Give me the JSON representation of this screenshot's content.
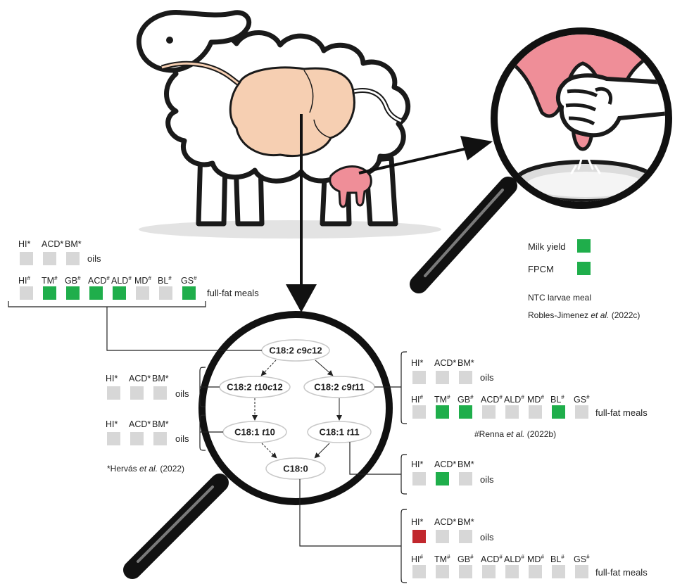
{
  "colors": {
    "green": "#1fae4b",
    "grey": "#d7d7d7",
    "red": "#c1272d",
    "sheep_outline": "#1a1a1a",
    "rumen": "#f6cfb2",
    "udder": "#ef8e98",
    "magnifier_rim": "#111111",
    "handle": "#2b2b2b"
  },
  "icons": {
    "sheep": "sheep-illustration",
    "rumen": "rumen-organ",
    "udder": "udder",
    "milking_hand": "milking-hand-icon",
    "milk_bucket": "milk-bucket-icon",
    "magnifier_top": "magnifying-glass-icon",
    "magnifier_bottom": "magnifying-glass-icon"
  },
  "pathway": {
    "nodes": {
      "c18_2_c9c12": {
        "base": "C18:2 ",
        "it1": "c",
        "mid": "9",
        "it2": "c",
        "end": "12"
      },
      "c18_2_t10c12": {
        "base": "C18:2 ",
        "it1": "t",
        "mid": "10",
        "it2": "c",
        "end": "12"
      },
      "c18_2_c9t11": {
        "base": "C18:2 ",
        "it1": "c",
        "mid": "9",
        "it2": "t",
        "end": "11"
      },
      "c18_1_t10": {
        "base": "C18:1 ",
        "it1": "t",
        "mid": "10"
      },
      "c18_1_t11": {
        "base": "C18:1 ",
        "it1": "t",
        "mid": "11"
      },
      "c18_0": {
        "base": "C18:0"
      }
    }
  },
  "labels": {
    "oils": "oils",
    "full_fat_meals": "full-fat meals",
    "milk_yield": "Milk yield",
    "fpcm": "FPCM",
    "ntc": "NTC larvae meal",
    "robles_pre": "Robles-Jimenez ",
    "robles_etal": "et al.",
    "robles_post": " (2022c)",
    "hervas_pre": "*Hervás ",
    "hervas_etal": "et al.",
    "hervas_post": " (2022)",
    "renna_pre": "#Renna ",
    "renna_etal": "et al.",
    "renna_post": " (2022b)"
  },
  "abbr": {
    "oils": [
      "HI*",
      "ACD*",
      "BM*"
    ],
    "meals": [
      "HI#",
      "TM#",
      "GB#",
      "ACD#",
      "ALD#",
      "MD#",
      "BL#",
      "GS#"
    ]
  },
  "effects": {
    "diet_oils": [
      "grey",
      "grey",
      "grey"
    ],
    "diet_meals": [
      "grey",
      "green",
      "green",
      "green",
      "green",
      "grey",
      "grey",
      "green"
    ],
    "t10c12_oils": [
      "grey",
      "grey",
      "grey"
    ],
    "t10_oils": [
      "grey",
      "grey",
      "grey"
    ],
    "c9t11_oils": [
      "grey",
      "grey",
      "grey"
    ],
    "c9t11_meals": [
      "grey",
      "green",
      "green",
      "grey",
      "grey",
      "grey",
      "green",
      "grey"
    ],
    "t11_oils": [
      "grey",
      "green",
      "grey"
    ],
    "c18_0_oils": [
      "red",
      "grey",
      "grey"
    ],
    "c18_0_meals": [
      "grey",
      "grey",
      "grey",
      "grey",
      "grey",
      "grey",
      "grey",
      "grey"
    ],
    "milk_yield": "green",
    "fpcm": "green"
  }
}
